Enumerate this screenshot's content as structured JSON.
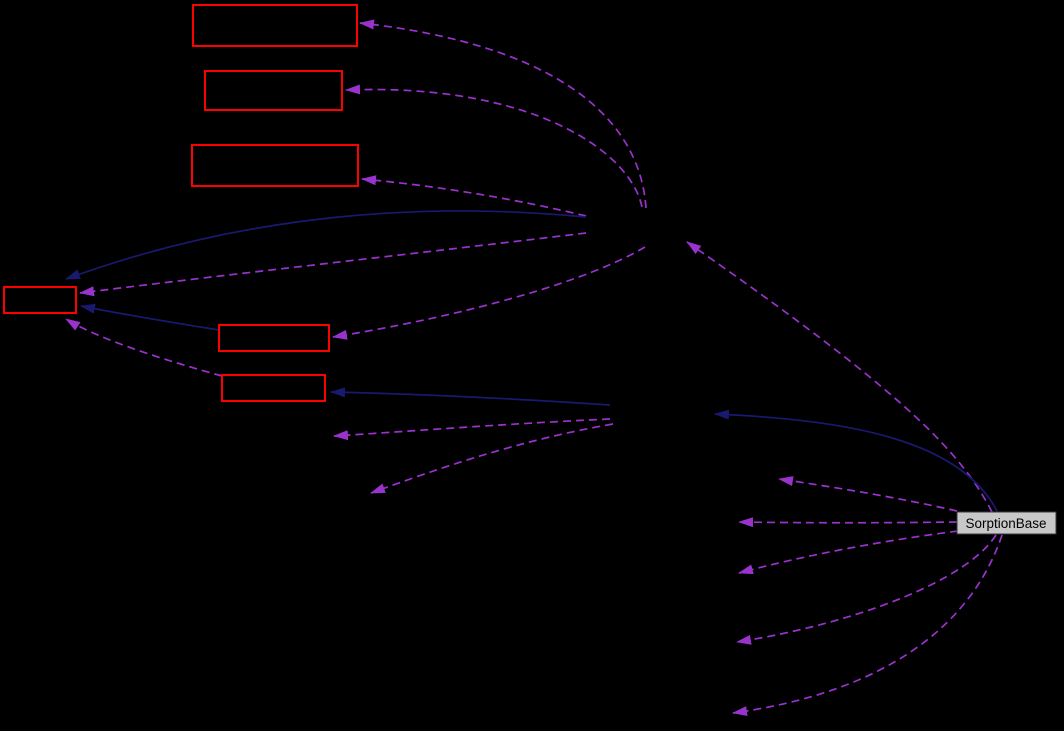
{
  "diagram": {
    "type": "collaboration-graph",
    "background": "#000000",
    "unlabeled_red_boxes": 6,
    "invisible_hub_nodes": 2,
    "invisible_leaf_targets": 7
  },
  "colors": {
    "background": "#000000",
    "edge_dashed": "#9a32cd",
    "edge_solid": "#191970",
    "node_border_highlight": "#ff0000",
    "node_fill": "#000000",
    "labeled_node_fill": "#c8c8c8",
    "labeled_node_border": "#3a3a3a",
    "labeled_node_text": "#000000"
  },
  "nodes": {
    "sorption_base": {
      "label": "SorptionBase"
    },
    "red_box_labels": [
      "",
      "",
      "",
      "",
      "",
      ""
    ]
  }
}
